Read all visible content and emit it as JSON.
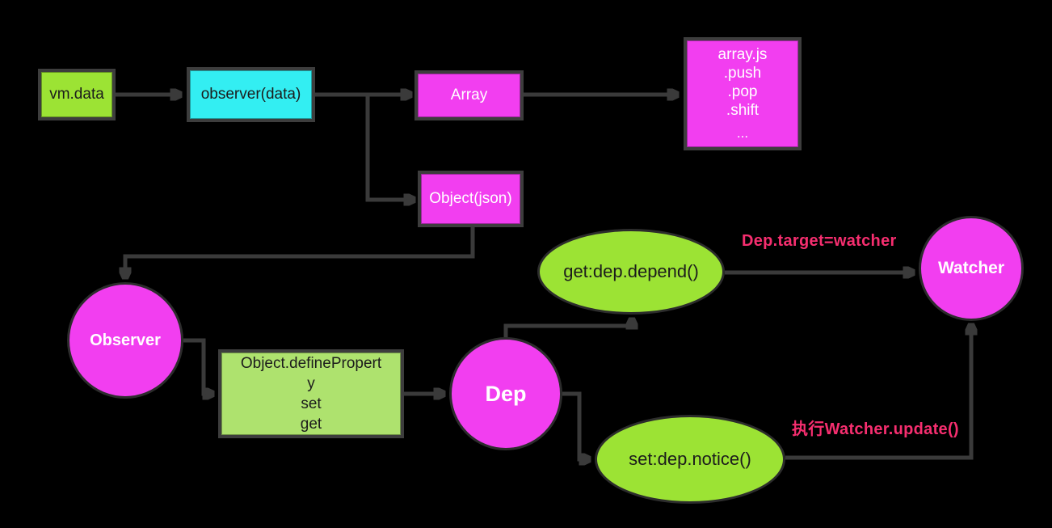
{
  "palette": {
    "background": "#000000",
    "node_magenta": "#f23ef0",
    "node_green": "#9ce334",
    "node_green_light": "#aee26e",
    "node_cyan": "#33eef2",
    "edge_line": "#3a3a3a",
    "edge_label_pink": "#f62e6f",
    "text_dark": "#1c1c1c",
    "text_light": "#ffffff"
  },
  "nodes": {
    "vm_data": {
      "label": "vm.data"
    },
    "observer_data": {
      "label": "observer(data)"
    },
    "array": {
      "label": "Array"
    },
    "array_js": {
      "lines": [
        "array.js",
        ".push",
        ".pop",
        ".shift",
        "..."
      ]
    },
    "object_json": {
      "label": "Object(json)"
    },
    "observer": {
      "label": "Observer"
    },
    "define_property": {
      "lines": [
        "Object.definePropert",
        "y",
        "set",
        "get"
      ]
    },
    "dep": {
      "label": "Dep"
    },
    "get_dep_depend": {
      "label": "get:dep.depend()"
    },
    "watcher": {
      "label": "Watcher"
    },
    "set_dep_notice": {
      "label": "set:dep.notice()"
    }
  },
  "edge_labels": {
    "dep_target_watcher": {
      "label": "Dep.target=watcher"
    },
    "exec_watcher_update": {
      "label": "执行Watcher.update()"
    }
  },
  "edges": [
    {
      "from": "vm.data",
      "to": "observer(data)"
    },
    {
      "from": "observer(data)",
      "to": "Array"
    },
    {
      "from": "observer(data)",
      "to": "Object(json)"
    },
    {
      "from": "Array",
      "to": "array.js .push .pop .shift ..."
    },
    {
      "from": "Object(json)",
      "to": "Observer"
    },
    {
      "from": "Observer",
      "to": "Object.defineProperty set get"
    },
    {
      "from": "Object.defineProperty set get",
      "to": "Dep"
    },
    {
      "from": "Dep",
      "to": "get:dep.depend()"
    },
    {
      "from": "get:dep.depend()",
      "to": "Watcher",
      "label": "Dep.target=watcher"
    },
    {
      "from": "Dep",
      "to": "set:dep.notice()"
    },
    {
      "from": "set:dep.notice()",
      "to": "Watcher",
      "label": "执行Watcher.update()"
    }
  ]
}
